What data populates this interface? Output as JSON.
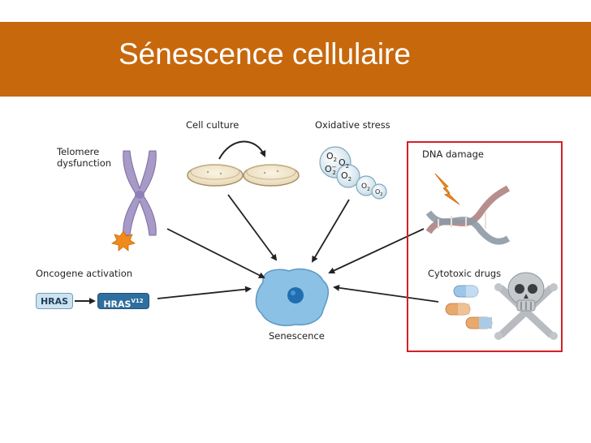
{
  "title": "Sénescence cellulaire",
  "colors": {
    "header": "#c8680c",
    "highlight_border": "#d41f26",
    "arrow": "#222222",
    "cell": "#8cc1e6",
    "nucleus": "#1f6fb0",
    "chromosome": "#a89ac6",
    "starburst": "#f08a1c"
  },
  "labels": {
    "telomere_line1": "Telomere",
    "telomere_line2": "dysfunction",
    "cell_culture": "Cell culture",
    "oxidative_stress": "Oxidative stress",
    "dna_damage": "DNA damage",
    "oncogene_activation": "Oncogene activation",
    "cytotoxic_drugs": "Cytotoxic drugs",
    "senescence": "Senescence"
  },
  "genes": {
    "hras": "HRAS",
    "hras_v_base": "HRAS",
    "hras_v_sup": "V12"
  },
  "molecules": {
    "o2a": "O",
    "o2a_sub": "2",
    "o2b": "O",
    "o2b_sub": "2",
    "o2c": "O",
    "o2c_sup": "−",
    "o2c_sub": "2",
    "o2d": "O",
    "o2d_sub": "2",
    "o2e": "O",
    "o2e_sub": "2",
    "o2f": "O",
    "o2f_sub": "2"
  },
  "icons": [
    "chromosome-icon",
    "petri-dish-icon",
    "oxygen-bubbles-icon",
    "dna-helix-icon",
    "pills-icon",
    "skull-crossbones-icon",
    "cell-icon"
  ]
}
